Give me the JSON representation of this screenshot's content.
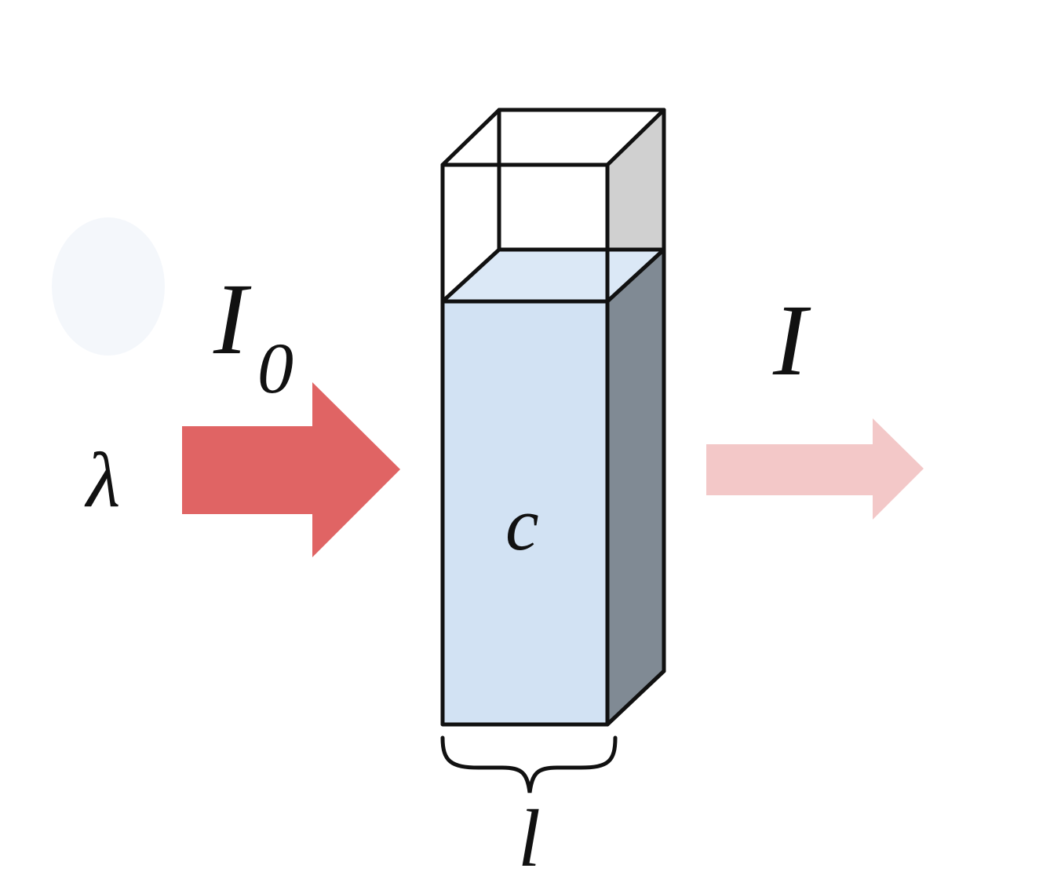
{
  "labels": {
    "wavelength": "λ",
    "incident_intensity_symbol": "I",
    "incident_intensity_subscript": "0",
    "transmitted_intensity": "I",
    "concentration": "c",
    "path_length": "l"
  },
  "colors": {
    "incident_arrow": "#e06464",
    "transmitted_arrow": "#f3c8c8",
    "solution_front": "#d2e2f3",
    "solution_top": "#dbe8f6",
    "solution_side": "#808a94",
    "glass_side_empty": "#d0d0d0",
    "outline": "#111111",
    "background": "#ffffff"
  }
}
